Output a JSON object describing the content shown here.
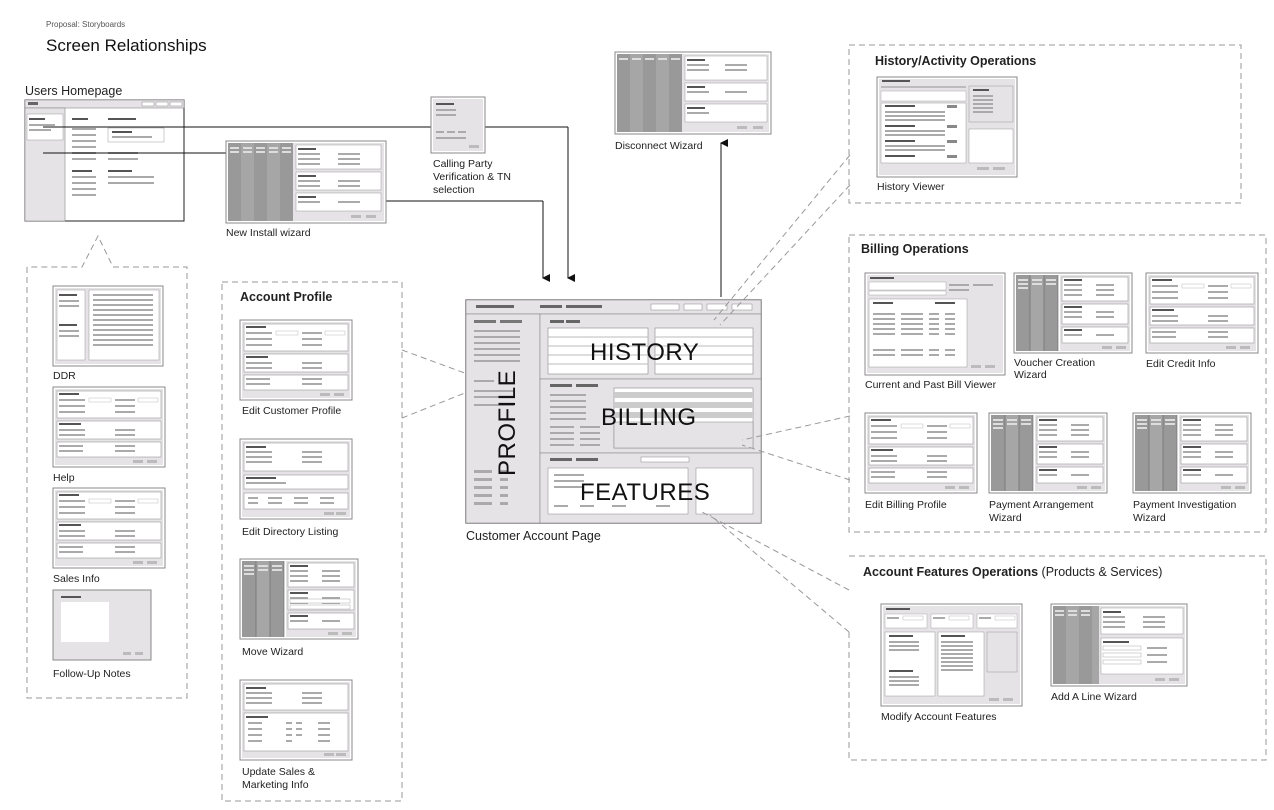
{
  "header": {
    "kicker": "Proposal: Storyboards",
    "title": "Screen Relationships"
  },
  "users_homepage": {
    "label": "Users Homepage"
  },
  "left_group": {
    "ddr": "DDR",
    "help": "Help",
    "sales": "Sales Info",
    "notes": "Follow-Up Notes"
  },
  "new_install": {
    "label": "New Install wizard"
  },
  "calling_party": {
    "line1": "Calling Party",
    "line2": "Verification & TN",
    "line3": "selection"
  },
  "disconnect": {
    "label": "Disconnect Wizard"
  },
  "account_profile": {
    "title": "Account Profile",
    "edit_customer": "Edit Customer Profile",
    "edit_directory": "Edit Directory Listing",
    "move": "Move Wizard",
    "update_line1": "Update Sales &",
    "update_line2": "Marketing Info"
  },
  "customer_page": {
    "label": "Customer Account Page",
    "history": "HISTORY",
    "billing": "BILLING",
    "features": "FEATURES",
    "profile": "PROFILE"
  },
  "history_ops": {
    "title": "History/Activity Operations",
    "viewer": "History Viewer"
  },
  "billing_ops": {
    "title": "Billing Operations",
    "bill_viewer": "Current and Past Bill Viewer",
    "voucher_line1": "Voucher Creation",
    "voucher_line2": "Wizard",
    "credit": "Edit Credit Info",
    "edit_billing": "Edit Billing Profile",
    "pay_arr_line1": "Payment Arrangement",
    "pay_arr_line2": "Wizard",
    "pay_inv_line1": "Payment Investigation",
    "pay_inv_line2": "Wizard"
  },
  "features_ops": {
    "title": "Account Features Operations",
    "subtitle": "(Products & Services)",
    "modify": "Modify Account Features",
    "add_line": "Add A Line Wizard"
  }
}
